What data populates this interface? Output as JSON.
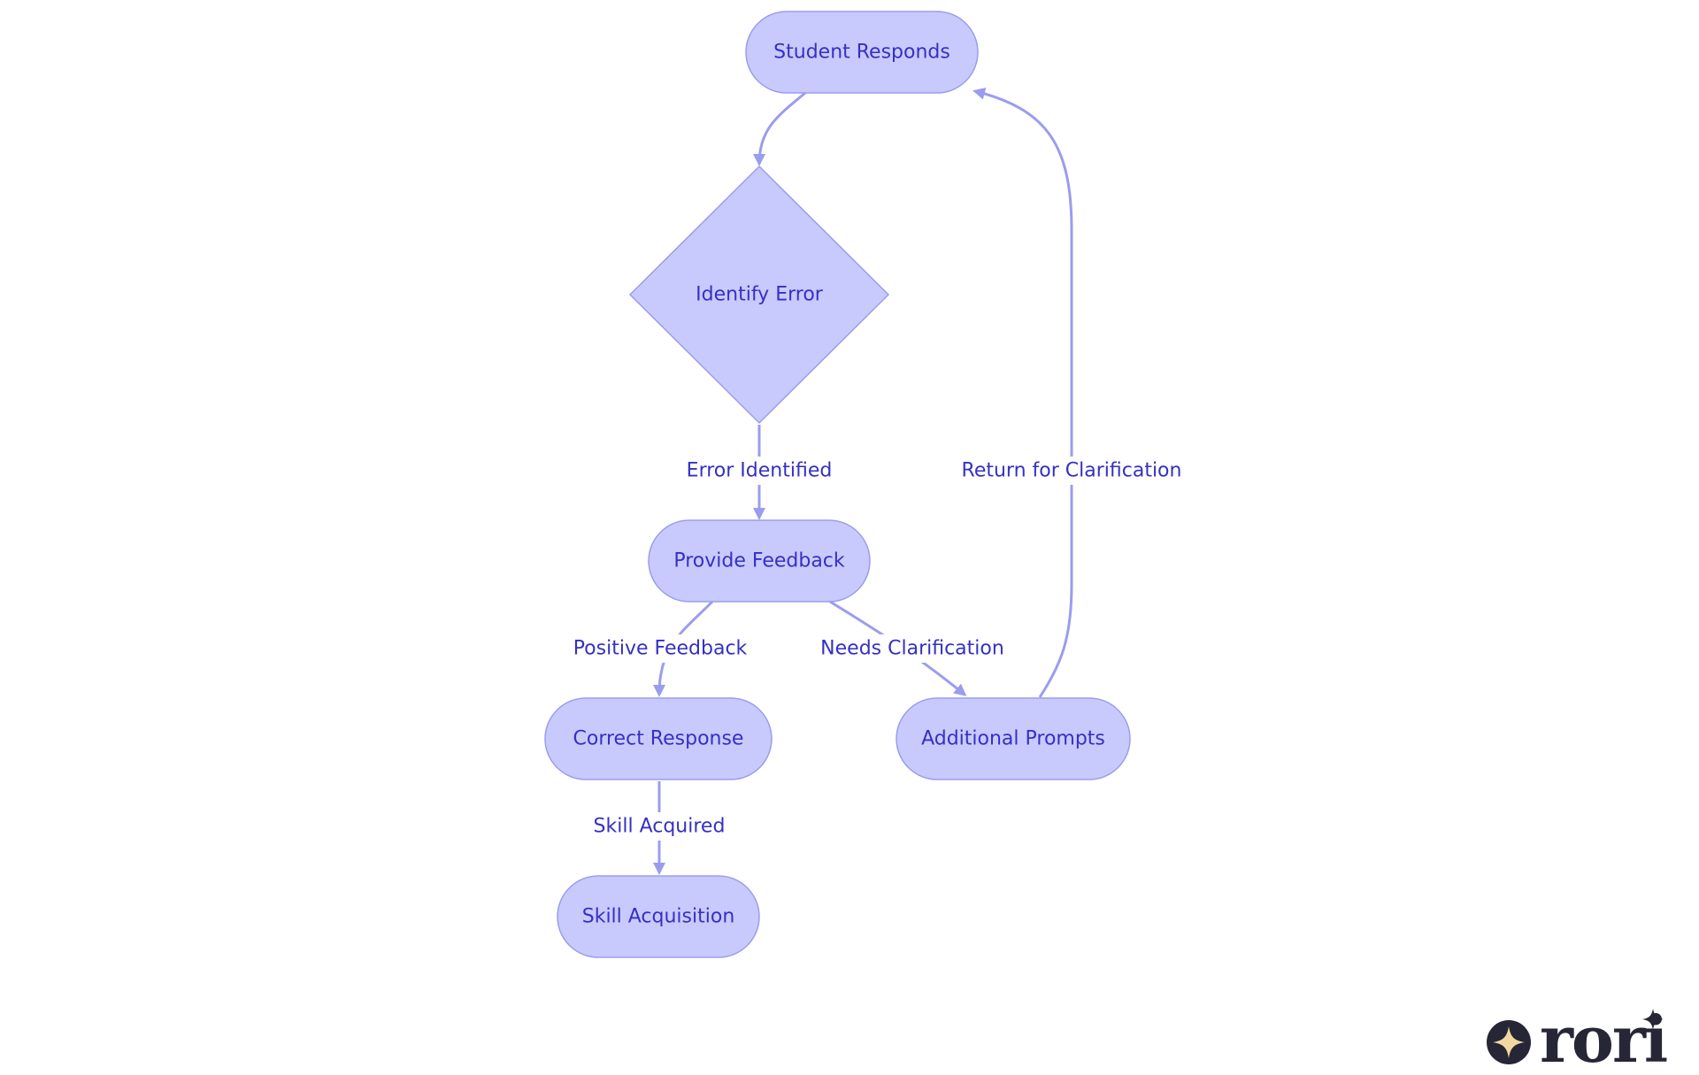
{
  "diagram": {
    "nodes": {
      "student_responds": "Student Responds",
      "identify_error": "Identify Error",
      "provide_feedback": "Provide Feedback",
      "correct_response": "Correct Response",
      "additional_prompts": "Additional Prompts",
      "skill_acquisition": "Skill Acquisition"
    },
    "edges": {
      "error_identified": "Error Identified",
      "positive_feedback": "Positive Feedback",
      "needs_clarification": "Needs Clarification",
      "skill_acquired": "Skill Acquired",
      "return_for_clarification": "Return for Clarification"
    }
  },
  "colors": {
    "node_fill": "#c8cafd",
    "node_stroke": "#9a9ded",
    "text": "#3530c4",
    "edge": "#9a9ded"
  },
  "logo": {
    "text": "rori",
    "icon": "sparkle-icon"
  }
}
